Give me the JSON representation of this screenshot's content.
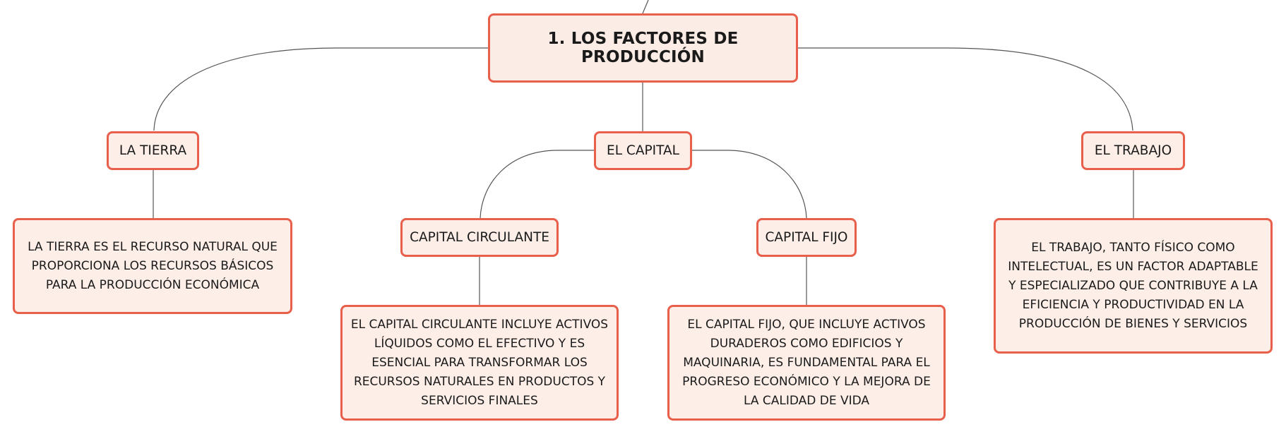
{
  "root": {
    "label": "1. LOS FACTORES DE PRODUCCIÓN"
  },
  "nodes": {
    "tierra": {
      "label": "LA TIERRA"
    },
    "capital": {
      "label": "EL CAPITAL"
    },
    "trabajo": {
      "label": "EL TRABAJO"
    },
    "capital_circulante": {
      "label": "CAPITAL CIRCULANTE"
    },
    "capital_fijo": {
      "label": "CAPITAL FIJO"
    }
  },
  "descriptions": {
    "tierra": "LA TIERRA ES EL RECURSO NATURAL QUE PROPORCIONA LOS RECURSOS BÁSICOS PARA LA PRODUCCIÓN ECONÓMICA",
    "capital_circulante": "EL CAPITAL CIRCULANTE INCLUYE ACTIVOS LÍQUIDOS COMO EL EFECTIVO Y ES ESENCIAL PARA TRANSFORMAR LOS RECURSOS NATURALES EN PRODUCTOS Y SERVICIOS FINALES",
    "capital_fijo": "EL CAPITAL FIJO, QUE INCLUYE ACTIVOS DURADEROS COMO EDIFICIOS Y MAQUINARIA, ES FUNDAMENTAL PARA EL PROGRESO ECONÓMICO Y LA MEJORA DE LA CALIDAD DE VIDA",
    "trabajo": "EL TRABAJO, TANTO FÍSICO COMO INTELECTUAL, ES UN FACTOR ADAPTABLE Y ESPECIALIZADO QUE CONTRIBUYE A LA EFICIENCIA Y PRODUCTIVIDAD EN LA PRODUCCIÓN DE BIENES Y SERVICIOS"
  },
  "colors": {
    "node_border": "#e8604c",
    "node_fill": "#fdeee8",
    "connector": "#555555"
  }
}
